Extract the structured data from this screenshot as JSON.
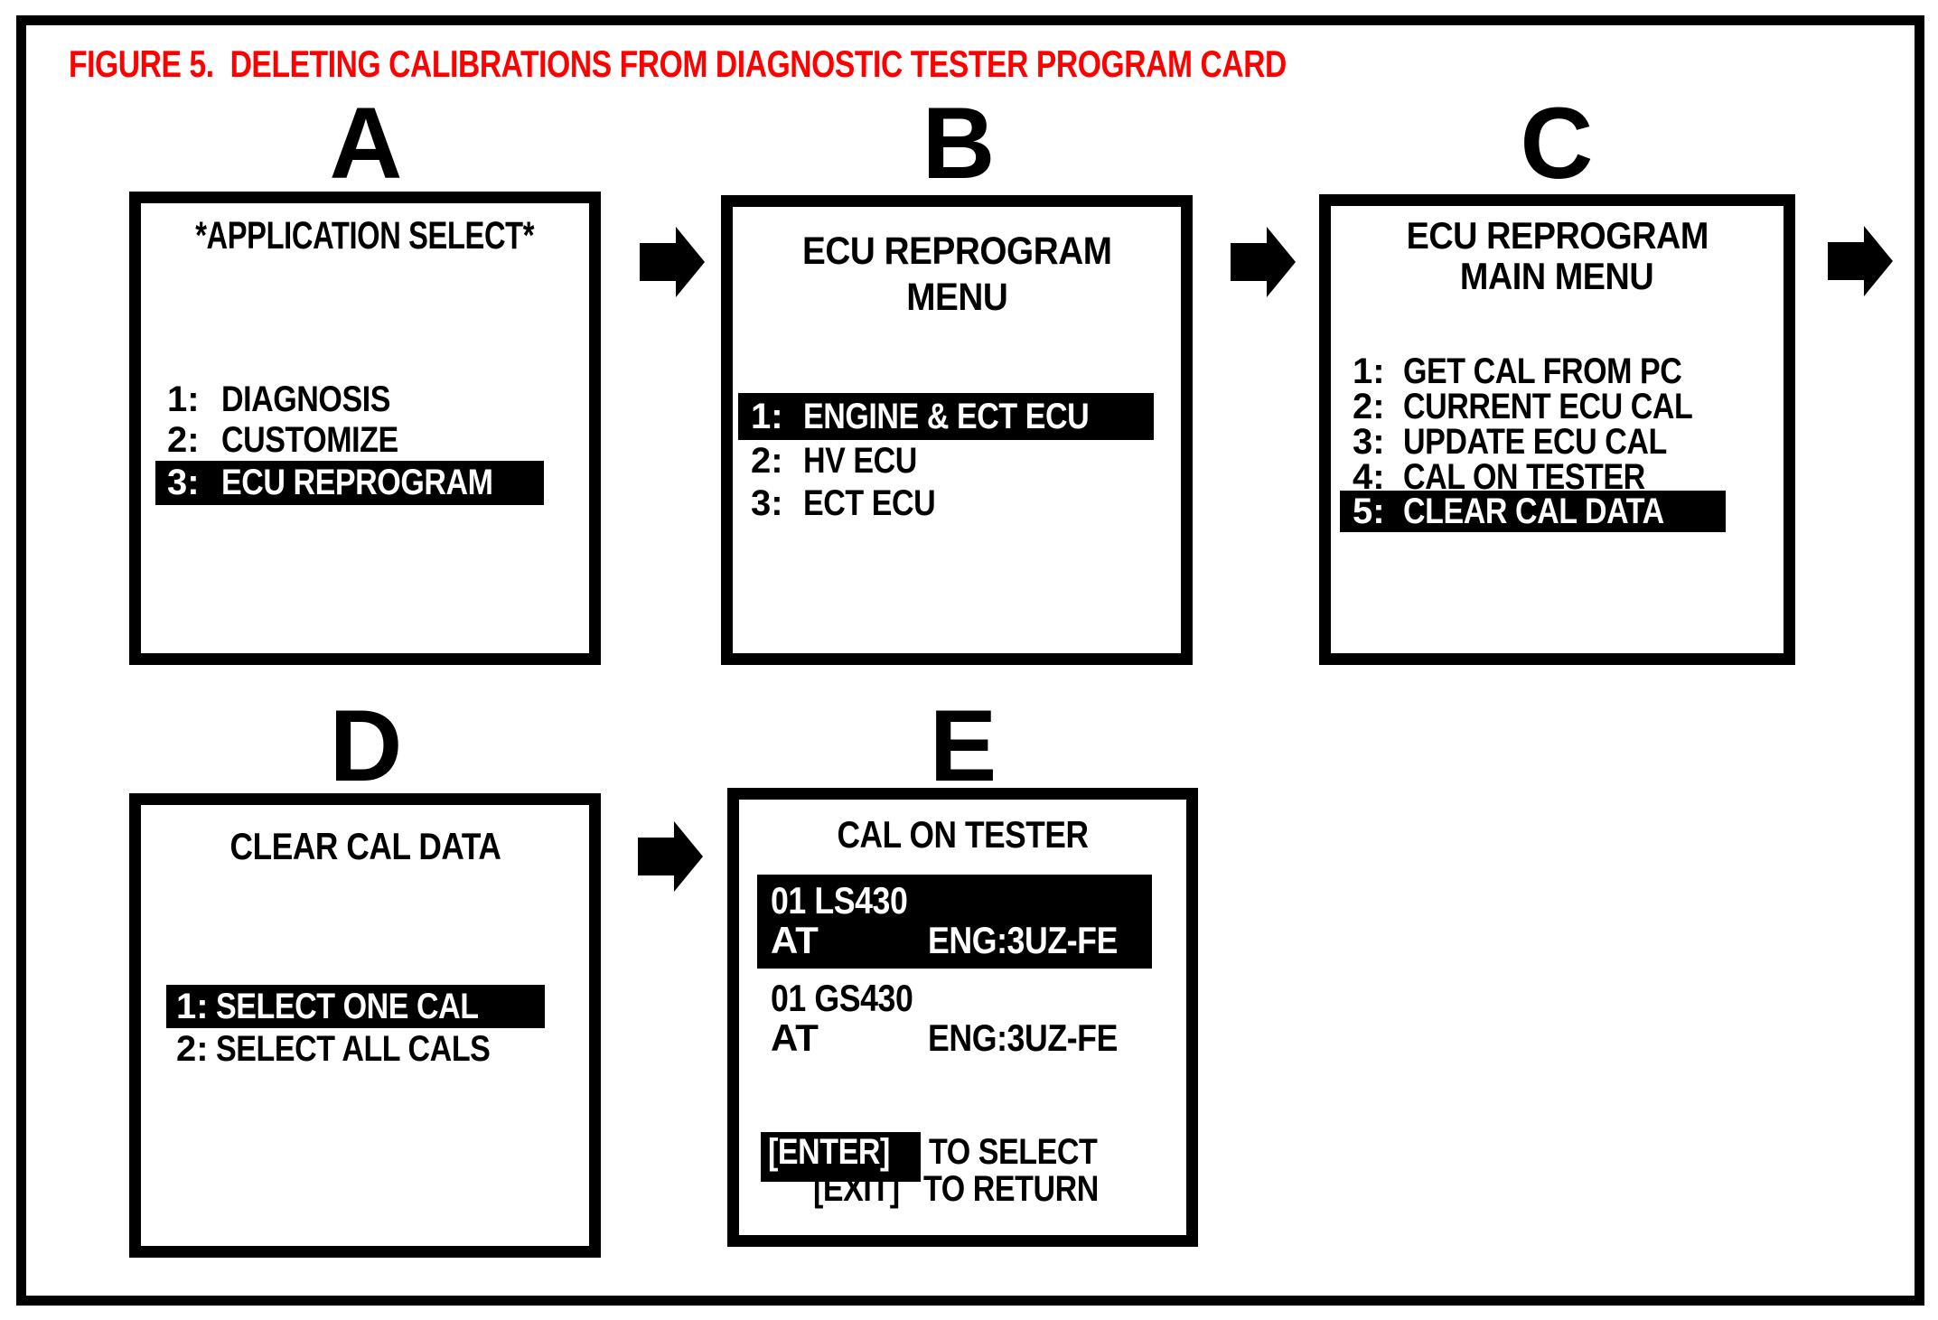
{
  "figure": {
    "title": "FIGURE 5.  DELETING CALIBRATIONS FROM DIAGNOSTIC TESTER PROGRAM CARD"
  },
  "colors": {
    "title_red": "#ff0000",
    "ink": "#000000",
    "paper": "#ffffff",
    "highlight_bg": "#000000",
    "highlight_fg": "#ffffff"
  },
  "icons": {
    "flow_arrow": "right-block-arrow"
  },
  "screens": [
    {
      "label": "A",
      "header_lines": [
        "*APPLICATION SELECT*"
      ],
      "items": [
        {
          "num": "1:",
          "text": "DIAGNOSIS",
          "highlighted": false
        },
        {
          "num": "2:",
          "text": "CUSTOMIZE",
          "highlighted": false
        },
        {
          "num": "3:",
          "text": "ECU REPROGRAM",
          "highlighted": true
        }
      ]
    },
    {
      "label": "B",
      "header_lines": [
        "ECU REPROGRAM",
        "MENU"
      ],
      "items": [
        {
          "num": "1:",
          "text": "ENGINE & ECT ECU",
          "highlighted": true
        },
        {
          "num": "2:",
          "text": "HV ECU",
          "highlighted": false
        },
        {
          "num": "3:",
          "text": "ECT ECU",
          "highlighted": false
        }
      ]
    },
    {
      "label": "C",
      "header_lines": [
        "ECU REPROGRAM",
        "MAIN MENU"
      ],
      "items": [
        {
          "num": "1:",
          "text": "GET CAL FROM PC",
          "highlighted": false
        },
        {
          "num": "2:",
          "text": "CURRENT ECU CAL",
          "highlighted": false
        },
        {
          "num": "3:",
          "text": "UPDATE ECU CAL",
          "highlighted": false
        },
        {
          "num": "4:",
          "text": "CAL ON TESTER",
          "highlighted": false
        },
        {
          "num": "5:",
          "text": "CLEAR CAL DATA",
          "highlighted": true
        }
      ]
    },
    {
      "label": "D",
      "header_lines": [
        "CLEAR CAL DATA"
      ],
      "items": [
        {
          "num": "1:",
          "text": "SELECT ONE CAL",
          "highlighted": true
        },
        {
          "num": "2:",
          "text": "SELECT ALL CALS",
          "highlighted": false
        }
      ]
    },
    {
      "label": "E",
      "header_lines": [
        "CAL ON TESTER"
      ],
      "entries": [
        {
          "line1": "01 LS430",
          "line2_left": "AT",
          "line2_right": "ENG:3UZ-FE",
          "highlighted": true
        },
        {
          "line1": "01 GS430",
          "line2_left": "AT",
          "line2_right": "ENG:3UZ-FE",
          "highlighted": false
        }
      ],
      "footer": {
        "enter_key": "[ENTER]",
        "enter_text": " TO SELECT",
        "exit_key": "[EXIT]",
        "exit_text": " TO RETURN"
      }
    }
  ]
}
